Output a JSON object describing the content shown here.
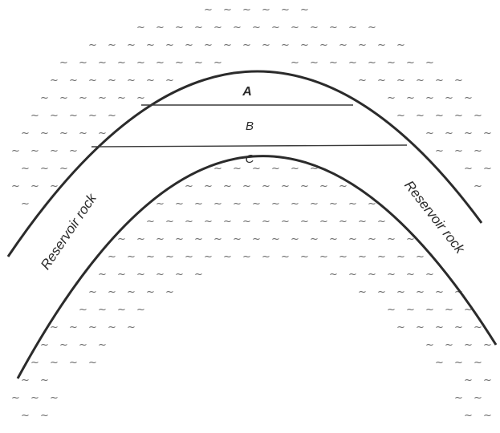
{
  "labels": {
    "zone_a": "A",
    "zone_b": "B",
    "zone_c": "C",
    "reservoir_left": "Reservoir rock",
    "reservoir_right": "Reservoir rock"
  },
  "colors": {
    "line": "#2b2b2b",
    "text": "#2a2a2a",
    "dashes": "#6a6a6a",
    "background": "#ffffff"
  }
}
